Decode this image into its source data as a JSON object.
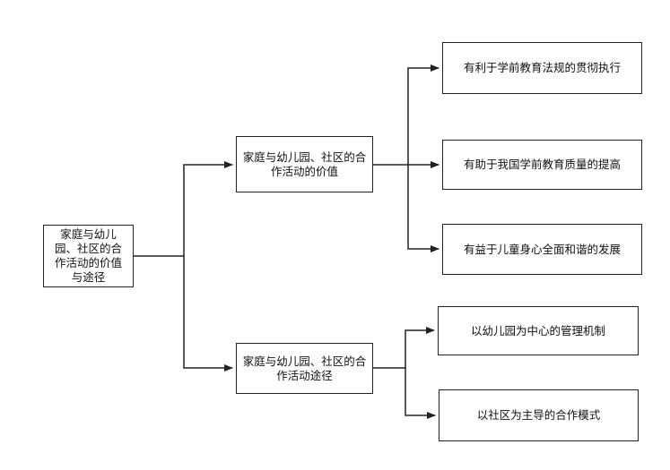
{
  "diagram": {
    "root": "家庭与幼儿园、社区的合作活动的价值与途径",
    "branches": [
      {
        "label": "家庭与幼儿园、社区的合作活动的价值",
        "children": [
          "有利于学前教育法规的贯彻执行",
          "有助于我国学前教育质量的提高",
          "有益于儿童身心全面和谐的发展"
        ]
      },
      {
        "label": "家庭与幼儿园、社区的合作活动途径",
        "children": [
          "以幼儿园为中心的管理机制",
          "以社区为主导的合作模式"
        ]
      }
    ]
  },
  "colors": {
    "stroke": "#222222",
    "text": "#111111",
    "background": "#ffffff"
  }
}
